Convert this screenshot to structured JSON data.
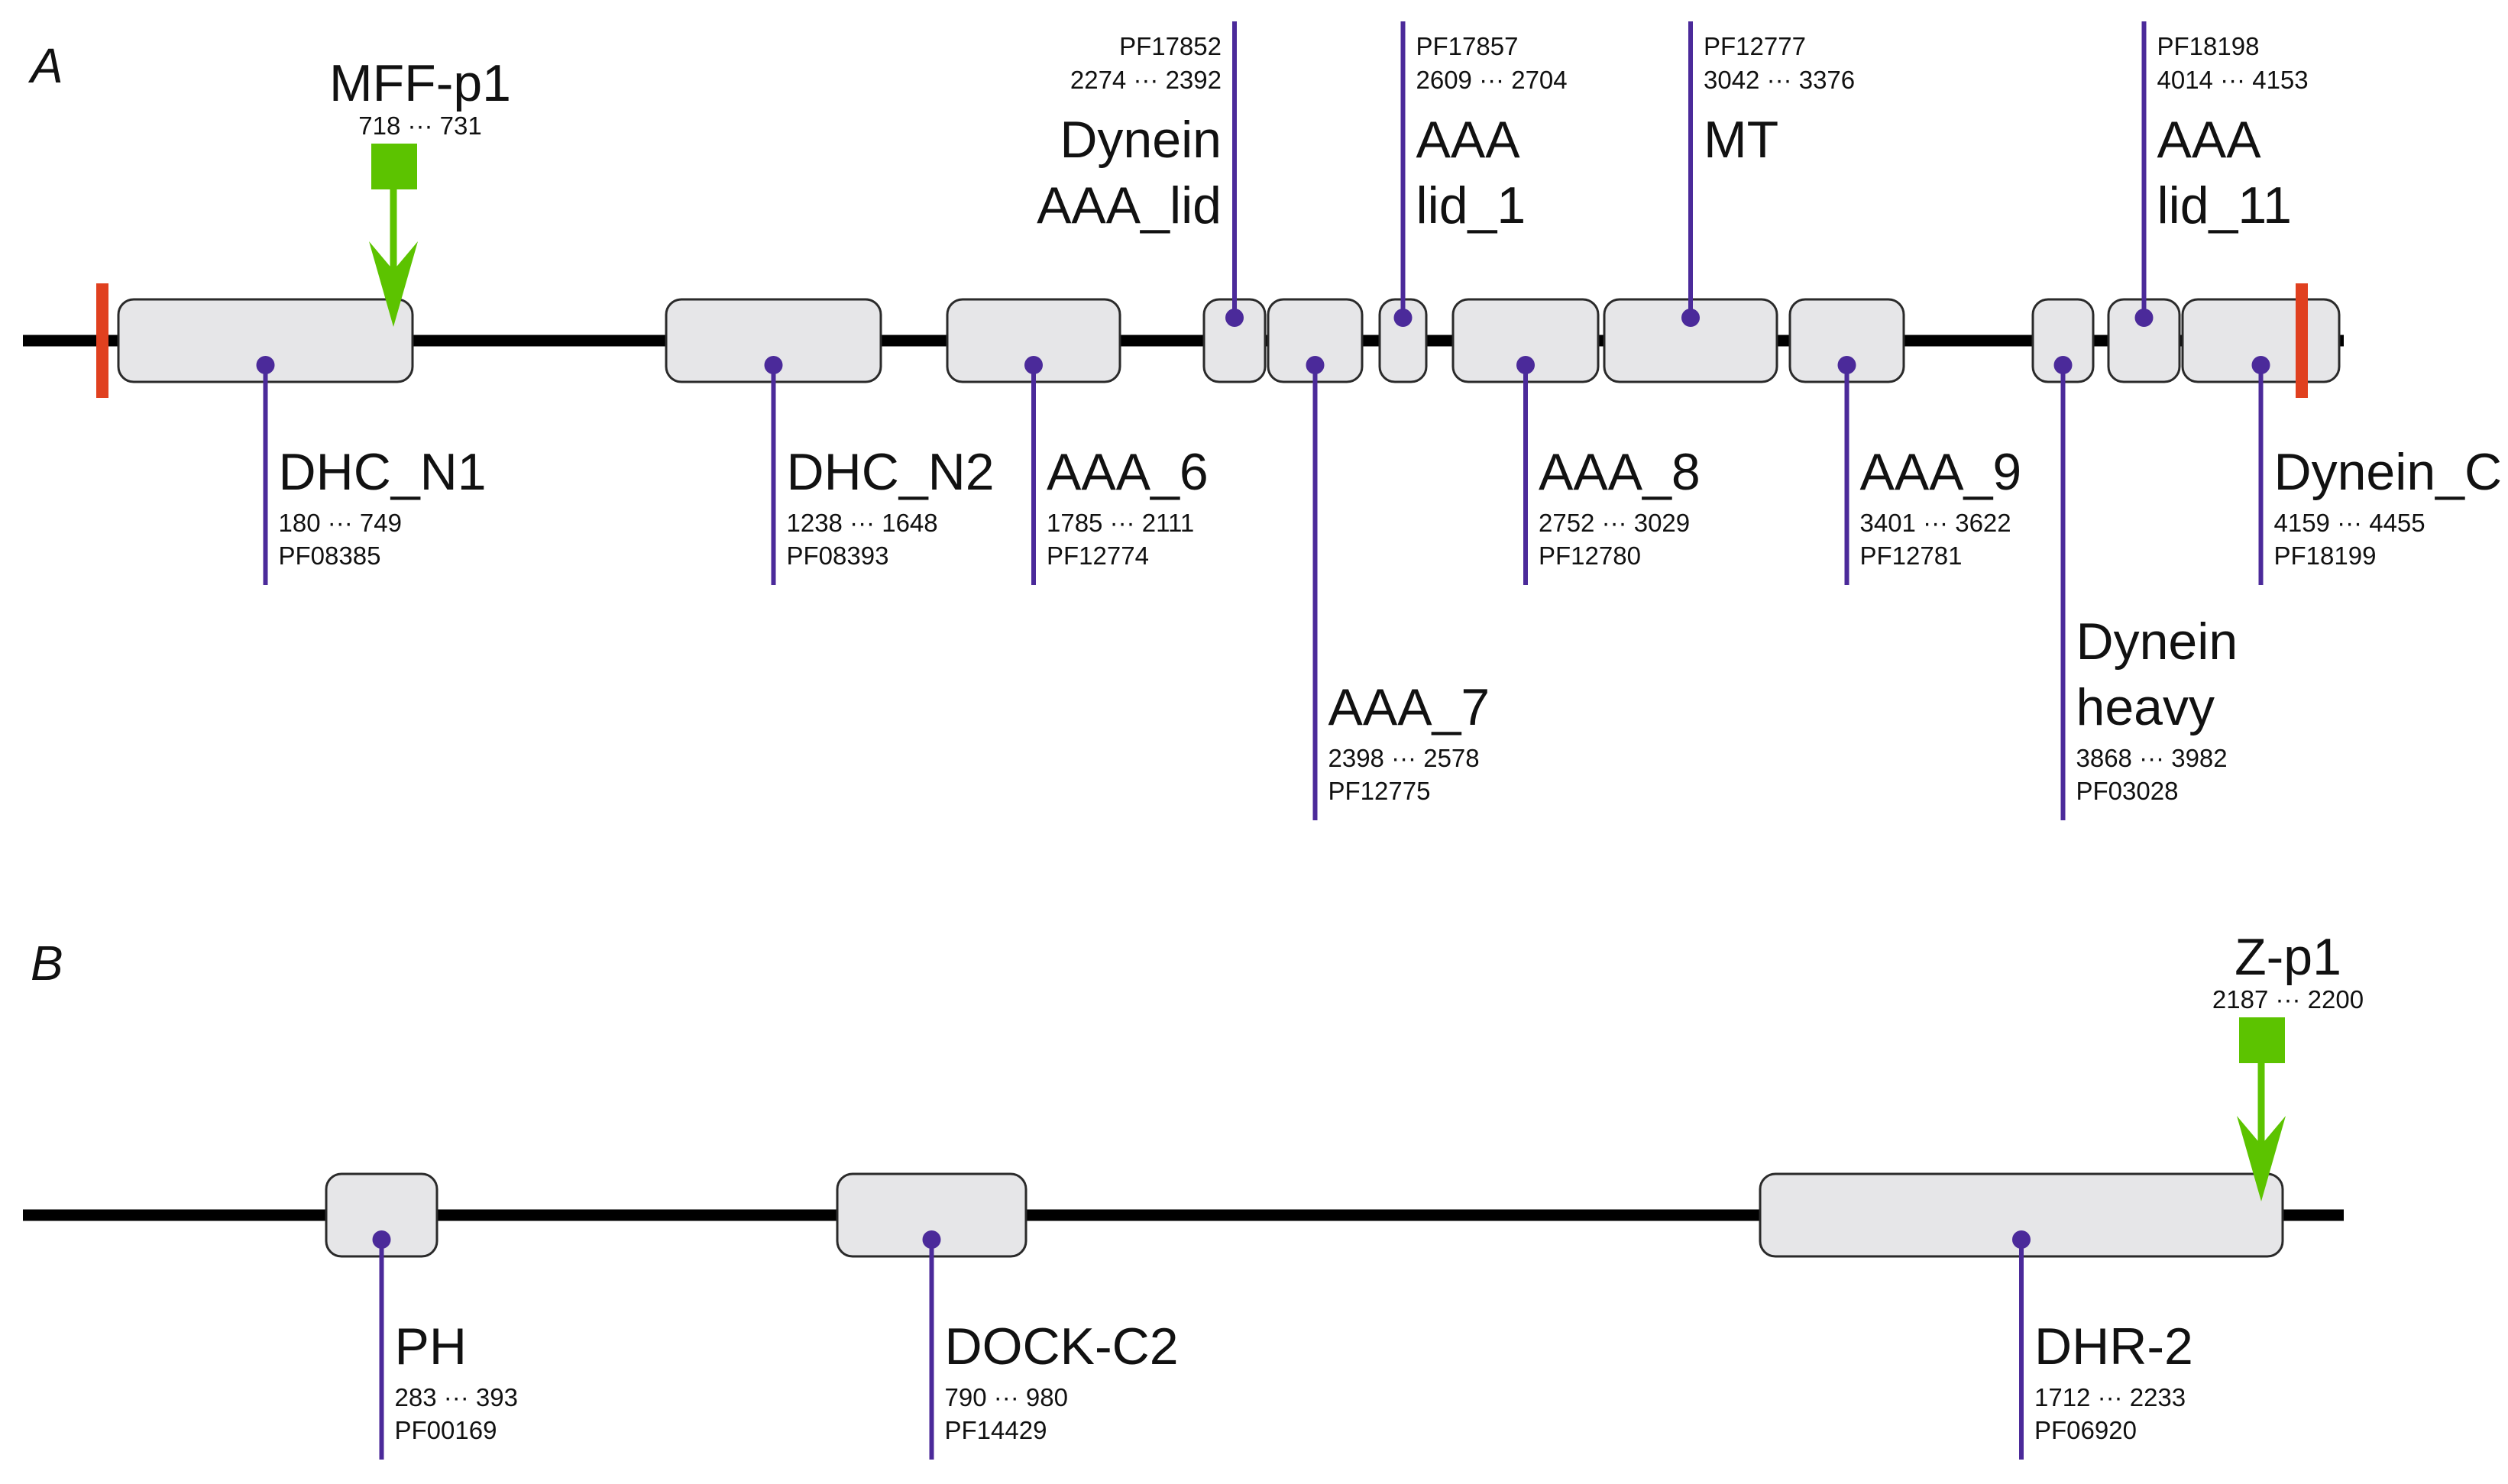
{
  "panels": [
    {
      "label": "A",
      "domains": [
        {
          "name": [
            "DHC_N1"
          ],
          "range": "180 ··· 749",
          "pfam": "PF08385"
        },
        {
          "name": [
            "DHC_N2"
          ],
          "range": "1238 ··· 1648",
          "pfam": "PF08393"
        },
        {
          "name": [
            "AAA_6"
          ],
          "range": "1785 ··· 2111",
          "pfam": "PF12774"
        },
        {
          "name": [
            "Dynein",
            "AAA_lid"
          ],
          "range": "2274 ··· 2392",
          "pfam": "PF17852"
        },
        {
          "name": [
            "AAA_7"
          ],
          "range": "2398 ··· 2578",
          "pfam": "PF12775"
        },
        {
          "name": [
            "AAA",
            "lid_1"
          ],
          "range": "2609 ··· 2704",
          "pfam": "PF17857"
        },
        {
          "name": [
            "AAA_8"
          ],
          "range": "2752 ··· 3029",
          "pfam": "PF12780"
        },
        {
          "name": [
            "MT"
          ],
          "range": "3042 ··· 3376",
          "pfam": "PF12777"
        },
        {
          "name": [
            "AAA_9"
          ],
          "range": "3401 ··· 3622",
          "pfam": "PF12781"
        },
        {
          "name": [
            "Dynein",
            "heavy"
          ],
          "range": "3868 ··· 3982",
          "pfam": "PF03028"
        },
        {
          "name": [
            "AAA",
            "lid_11"
          ],
          "range": "4014 ··· 4153",
          "pfam": "PF18198"
        },
        {
          "name": [
            "Dynein_C"
          ],
          "range": "4159 ··· 4455",
          "pfam": "PF18199"
        }
      ],
      "peptide": {
        "name": "MFF-p1",
        "range": "718 ··· 731"
      }
    },
    {
      "label": "B",
      "domains": [
        {
          "name": [
            "PH"
          ],
          "range": "283 ··· 393",
          "pfam": "PF00169"
        },
        {
          "name": [
            "DOCK-C2"
          ],
          "range": "790 ··· 980",
          "pfam": "PF14429"
        },
        {
          "name": [
            "DHR-2"
          ],
          "range": "1712 ··· 2233",
          "pfam": "PF06920"
        }
      ],
      "peptide": {
        "name": "Z-p1",
        "range": "2187 ··· 2200"
      }
    }
  ],
  "colors": {
    "backbone": "#000000",
    "domain_fill": "#e6e6e8",
    "domain_stroke": "#2a2a2a",
    "pin": "#4b2a9a",
    "peptide": "#5cc300",
    "terminus_marker": "#e0401f"
  }
}
